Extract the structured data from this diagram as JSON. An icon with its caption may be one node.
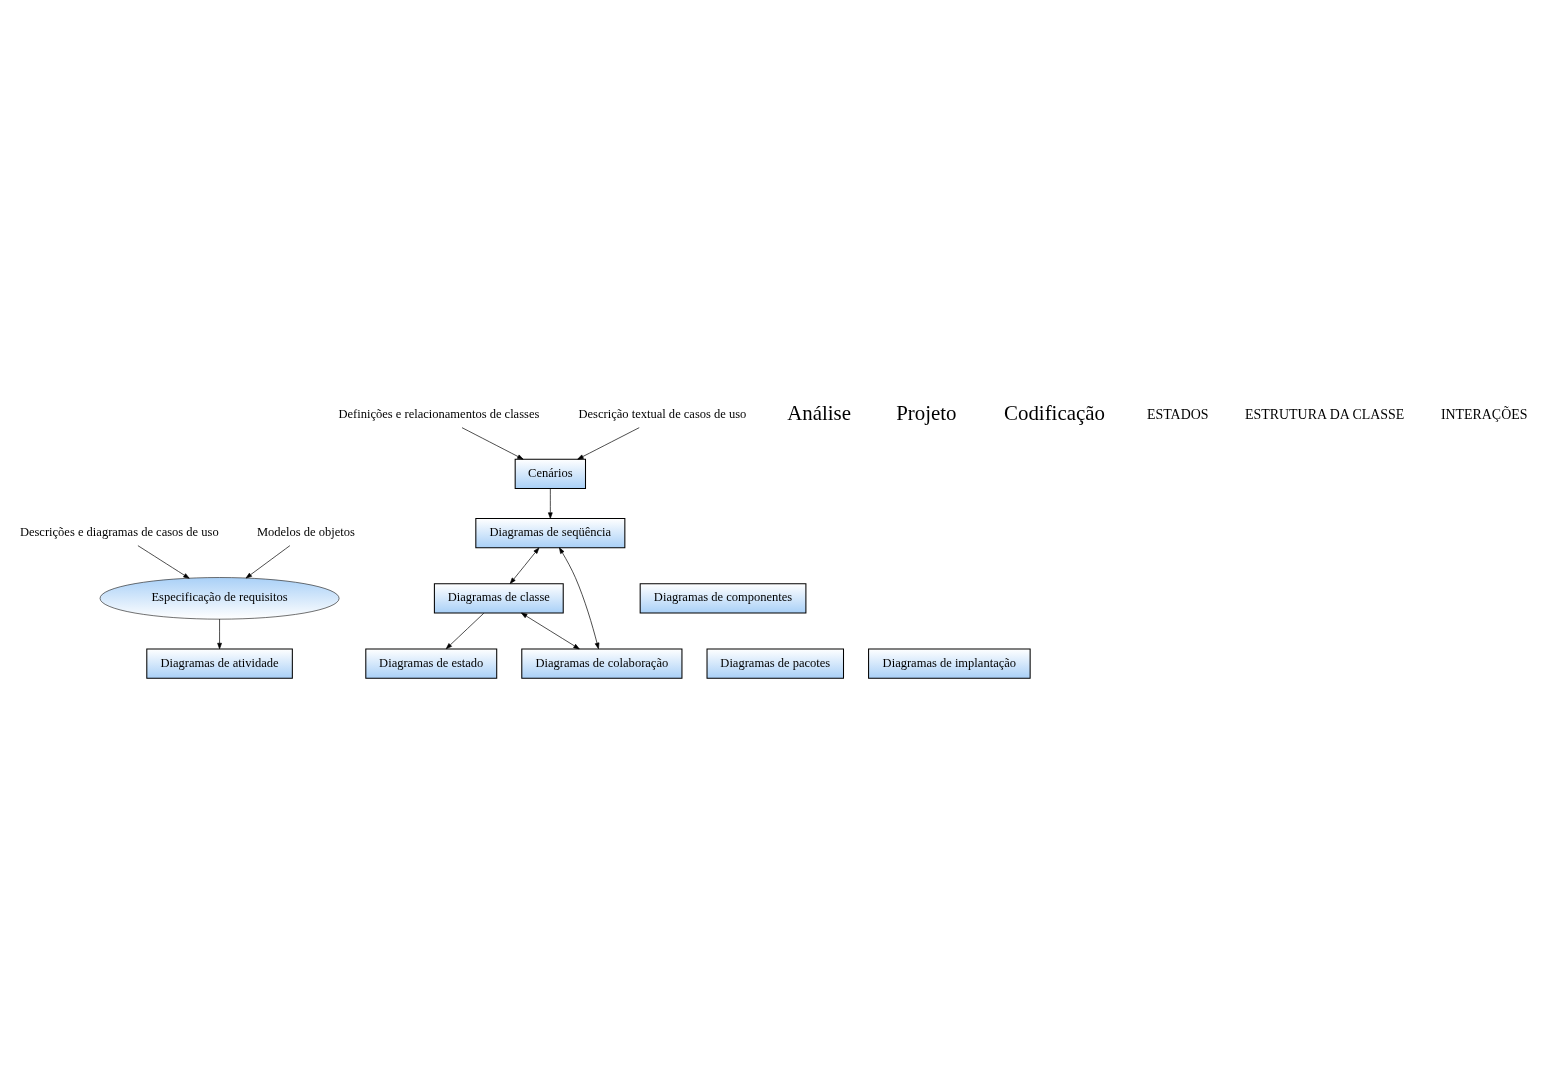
{
  "diagram": {
    "nodes": [
      {
        "text": [
          "Descrições e diagramas de casos de uso"
        ]
      },
      {
        "text": [
          "Modelos de objetos"
        ]
      },
      {
        "text": [
          "Especificação de requisitos"
        ]
      },
      {
        "text": [
          "Cenários"
        ]
      },
      {
        "text": [
          "Definições e relacionamentos de classes"
        ]
      },
      {
        "text": [
          "Descrição textual de casos de uso"
        ]
      },
      {
        "text": [
          "Diagramas de seqüência"
        ]
      },
      {
        "text": [
          "Diagramas de atividade"
        ]
      },
      {
        "text": [
          "Diagramas de estado"
        ]
      },
      {
        "text": [
          "Diagramas de classe"
        ]
      },
      {
        "text": [
          "Diagramas de colaboração"
        ]
      },
      {
        "text": [
          "Diagramas de pacotes"
        ]
      },
      {
        "text": [
          "Diagramas de componentes"
        ]
      },
      {
        "text": [
          "Diagramas de implantação"
        ]
      }
    ],
    "edges": [
      {
        "from": 0,
        "to": 2,
        "arrow": "to"
      },
      {
        "from": 1,
        "to": 2,
        "arrow": "to"
      },
      {
        "from": 2,
        "to": 7,
        "arrow": "to"
      },
      {
        "from": 9,
        "to": 8,
        "arrow": "to"
      },
      {
        "from": 9,
        "to": 10,
        "arrow": "both"
      },
      {
        "from": 6,
        "to": 9,
        "arrow": "both"
      },
      {
        "from": 6,
        "to": 10,
        "arrow": "both"
      },
      {
        "from": 3,
        "to": 6,
        "arrow": "to"
      },
      {
        "from": 4,
        "to": 3,
        "arrow": "to"
      },
      {
        "from": 5,
        "to": 3,
        "arrow": "to"
      }
    ],
    "labels": [
      "Análise",
      "Projeto",
      "Codificação",
      "ESTADOS",
      "ESTRUTURA DA CLASSE",
      "INTERAÇÕES"
    ]
  }
}
